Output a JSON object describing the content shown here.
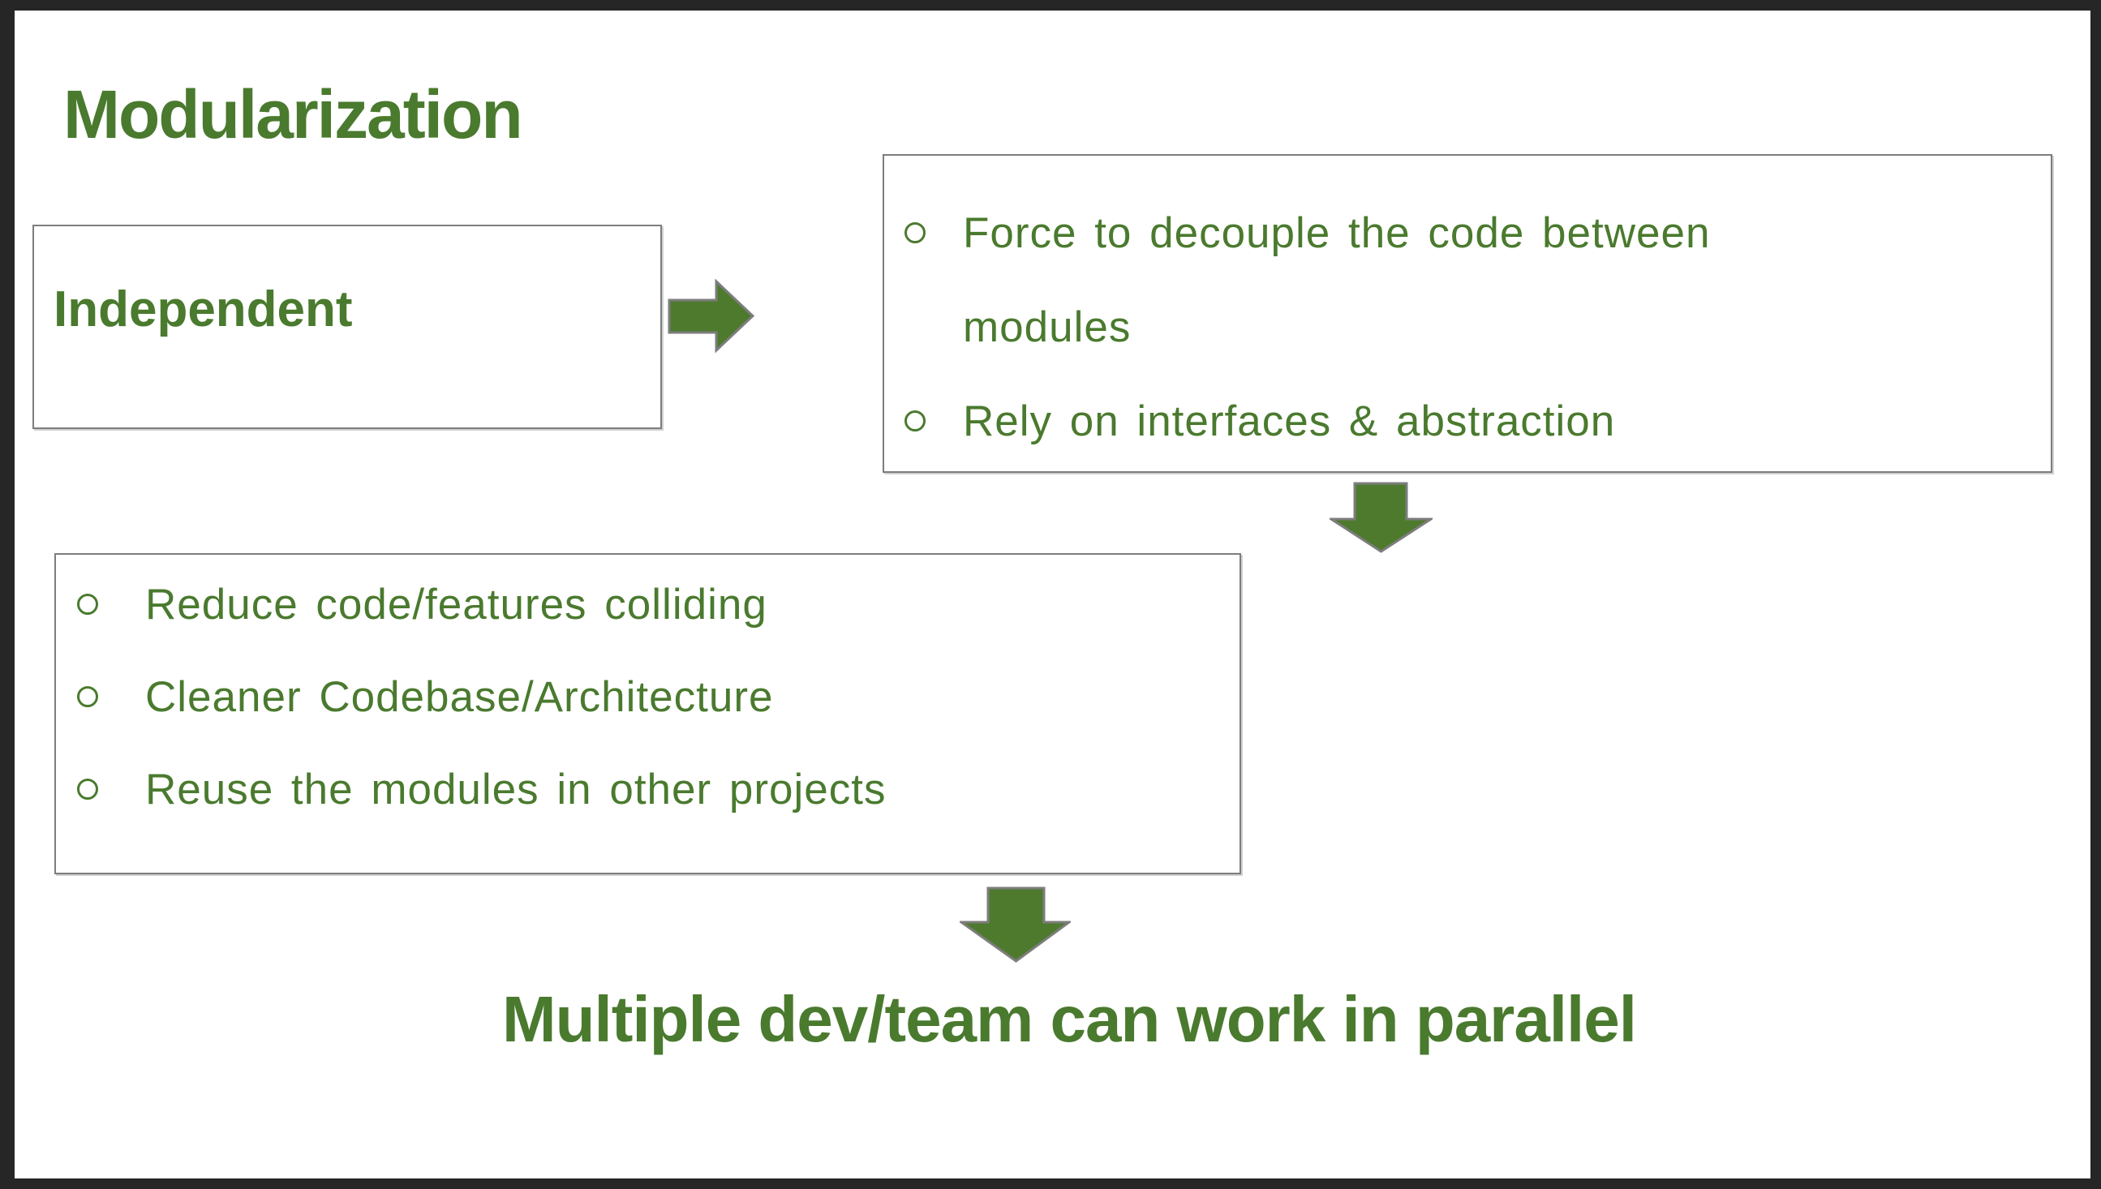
{
  "slide": {
    "title": "Modularization",
    "independent_box": {
      "label": "Independent"
    },
    "decouple_box": {
      "bullets": [
        {
          "lines": [
            "Force to decouple the code between",
            "modules"
          ]
        },
        {
          "lines": [
            "Rely on interfaces & abstraction"
          ]
        }
      ]
    },
    "benefits_box": {
      "bullets": [
        "Reduce code/features colliding",
        "Cleaner Codebase/Architecture",
        "Reuse the modules in other projects"
      ]
    },
    "conclusion": "Multiple dev/team can work in parallel",
    "colors": {
      "text_green": "#4a7a2e",
      "arrow_green": "#4e7a2e",
      "outline_gray": "#7d7d7d",
      "frame_dark": "#262626"
    }
  }
}
